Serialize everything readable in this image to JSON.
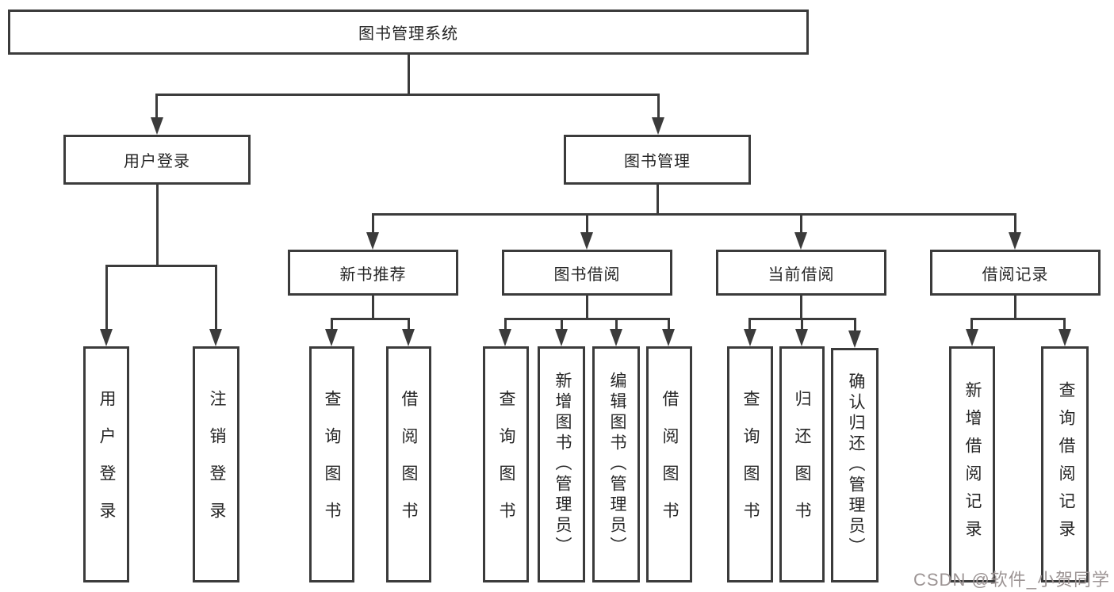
{
  "title": "图书管理系统",
  "watermark": "CSDN @软件_小贺同学",
  "colors": {
    "line": "#3b3b3b",
    "box_border": "#3b3b3b",
    "text": "#262626",
    "watermark": "#9c9494",
    "background": "#ffffff"
  },
  "tree": {
    "root": "图书管理系统",
    "branches": [
      {
        "label": "用户登录",
        "leaves": [
          "用户登录",
          "注销登录"
        ]
      },
      {
        "label": "图书管理",
        "groups": [
          {
            "label": "新书推荐",
            "leaves": [
              "查询图书",
              "借阅图书"
            ]
          },
          {
            "label": "图书借阅",
            "leaves": [
              "查询图书",
              "新增图书（管理员）",
              "编辑图书（管理员）",
              "借阅图书"
            ]
          },
          {
            "label": "当前借阅",
            "leaves": [
              "查询图书",
              "归还图书",
              "确认归还（管理员）"
            ]
          },
          {
            "label": "借阅记录",
            "leaves": [
              "新增借阅记录",
              "查询借阅记录"
            ]
          }
        ]
      }
    ]
  }
}
